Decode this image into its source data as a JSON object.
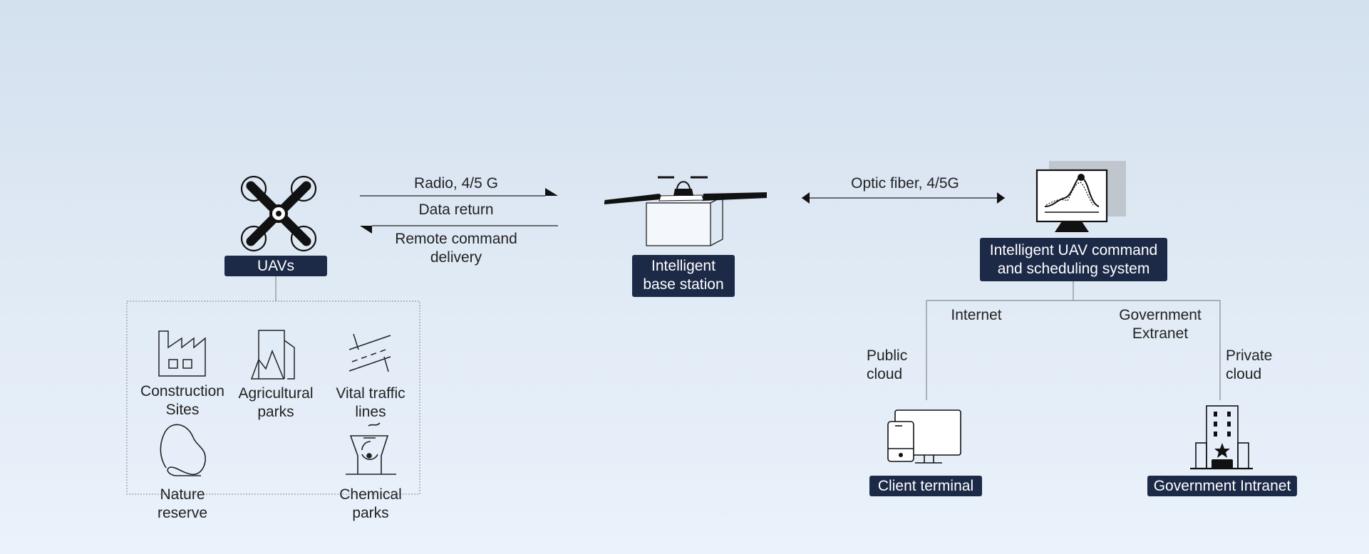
{
  "uav": {
    "label": "UAVs"
  },
  "applications": {
    "construction": "Construction\nSites",
    "agricultural": "Agricultural\nparks",
    "traffic": "Vital traffic\nlines",
    "nature": "Nature\nreserve",
    "chemical": "Chemical\nparks"
  },
  "link_uav_base": {
    "top": "Radio, 4/5 G",
    "middle": "Data return",
    "bottom": "Remote command\ndelivery"
  },
  "base_station": {
    "label": "Intelligent\nbase station"
  },
  "link_base_system": {
    "label": "Optic fiber, 4/5G"
  },
  "system": {
    "label": "Intelligent UAV command\nand scheduling system"
  },
  "branches": {
    "internet": "Internet",
    "gov_extranet": "Government\nExtranet",
    "public_cloud": "Public\ncloud",
    "private_cloud": "Private\ncloud"
  },
  "client": {
    "label": "Client terminal"
  },
  "government": {
    "label": "Government Intranet"
  }
}
